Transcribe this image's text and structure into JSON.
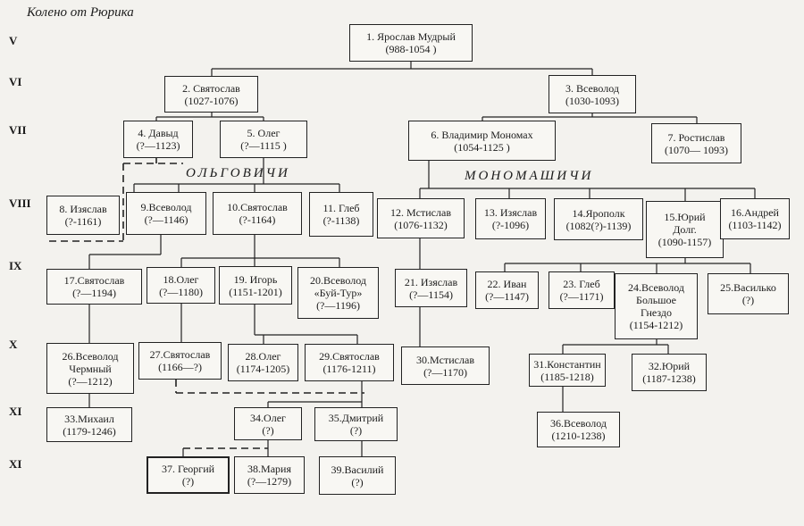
{
  "title": "Колено от Рюрика",
  "generations": [
    "V",
    "VI",
    "VII",
    "VIII",
    "IX",
    "X",
    "XI",
    "XI"
  ],
  "dynasties": {
    "olgovichi": "ОЛЬГОВИЧИ",
    "monomashichi": "МОНОМАШИЧИ"
  },
  "persons": [
    {
      "id": "1",
      "lines": [
        "1. Ярослав Мудрый",
        "(988-1054 )"
      ]
    },
    {
      "id": "2",
      "lines": [
        "2. Святослав",
        "(1027-1076)"
      ]
    },
    {
      "id": "3",
      "lines": [
        "3. Всеволод",
        "(1030-1093)"
      ]
    },
    {
      "id": "4",
      "lines": [
        "4. Давыд",
        "(?—1123)"
      ]
    },
    {
      "id": "5",
      "lines": [
        "5. Олег",
        "(?—1115 )"
      ]
    },
    {
      "id": "6",
      "lines": [
        "6. Владимир Мономах",
        "(1054-1125 )"
      ]
    },
    {
      "id": "7",
      "lines": [
        "7. Ростислав",
        "(1070— 1093)"
      ]
    },
    {
      "id": "8",
      "lines": [
        "8. Изяслав",
        "(?-1161)"
      ]
    },
    {
      "id": "9",
      "lines": [
        "9.Всеволод",
        "(?—1146)"
      ]
    },
    {
      "id": "10",
      "lines": [
        "10.Святослав",
        "(?-1164)"
      ]
    },
    {
      "id": "11",
      "lines": [
        "11. Глеб",
        "(?-1138)"
      ]
    },
    {
      "id": "12",
      "lines": [
        "12. Мстислав",
        "(1076-1132)"
      ]
    },
    {
      "id": "13",
      "lines": [
        "13. Изяслав",
        "(?-1096)"
      ]
    },
    {
      "id": "14",
      "lines": [
        "14.Ярополк",
        "(1082(?)-1139)"
      ]
    },
    {
      "id": "15",
      "lines": [
        "15.Юрий",
        "Долг.",
        "(1090-1157)"
      ]
    },
    {
      "id": "16",
      "lines": [
        "16.Андрей",
        "(1103-1142)"
      ]
    },
    {
      "id": "17",
      "lines": [
        "17.Святослав",
        "(?—1194)"
      ]
    },
    {
      "id": "18",
      "lines": [
        "18.Олег",
        "(?—1180)"
      ]
    },
    {
      "id": "19",
      "lines": [
        "19. Игорь",
        "(1151-1201)"
      ]
    },
    {
      "id": "20",
      "lines": [
        "20.Всеволод",
        "«Буй-Тур»",
        "(?—1196)"
      ]
    },
    {
      "id": "21",
      "lines": [
        "21. Изяслав",
        "(?—1154)"
      ]
    },
    {
      "id": "22",
      "lines": [
        "22. Иван",
        "(?—1147)"
      ]
    },
    {
      "id": "23",
      "lines": [
        "23. Глеб",
        "(?—1171)"
      ]
    },
    {
      "id": "24",
      "lines": [
        "24.Всеволод",
        "Большое",
        "Гнездо",
        "(1154-1212)"
      ]
    },
    {
      "id": "25",
      "lines": [
        "25.Василько",
        "(?)"
      ]
    },
    {
      "id": "26",
      "lines": [
        "26.Всеволод",
        "Чермный",
        "(?—1212)"
      ]
    },
    {
      "id": "27",
      "lines": [
        "27.Святослав",
        "(1166—?)"
      ]
    },
    {
      "id": "28",
      "lines": [
        "28.Олег",
        "(1174-1205)"
      ]
    },
    {
      "id": "29",
      "lines": [
        "29.Святослав",
        "(1176-1211)"
      ]
    },
    {
      "id": "30",
      "lines": [
        "30.Мстислав",
        "(?—1170)"
      ]
    },
    {
      "id": "31",
      "lines": [
        "31.Константин",
        "(1185-1218)"
      ]
    },
    {
      "id": "32",
      "lines": [
        "32.Юрий",
        "(1187-1238)"
      ]
    },
    {
      "id": "33",
      "lines": [
        "33.Михаил",
        "(1179-1246)"
      ]
    },
    {
      "id": "34",
      "lines": [
        "34.Олег",
        "(?)"
      ]
    },
    {
      "id": "35",
      "lines": [
        "35.Дмитрий",
        "(?)"
      ]
    },
    {
      "id": "36",
      "lines": [
        "36.Всеволод",
        "(1210-1238)"
      ]
    },
    {
      "id": "37",
      "lines": [
        "37. Георгий",
        "(?)"
      ]
    },
    {
      "id": "38",
      "lines": [
        "38.Мария",
        "(?—1279)"
      ]
    },
    {
      "id": "39",
      "lines": [
        "39.Василий",
        "(?)"
      ]
    }
  ]
}
